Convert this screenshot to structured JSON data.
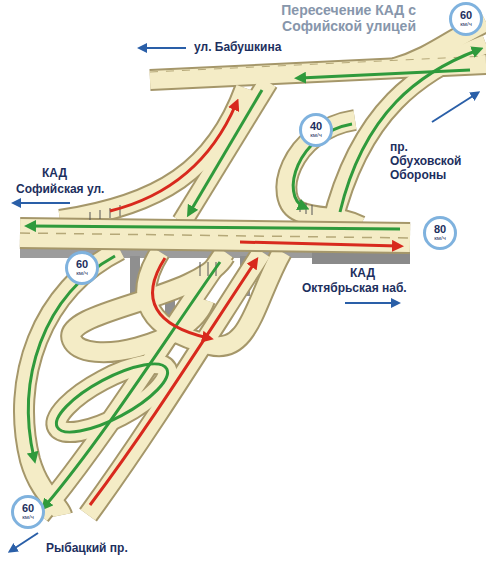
{
  "diagram": {
    "title": "Пересечение КАД с Софийской улицей",
    "nodes": [
      {
        "text": [
          "60",
          "км/ч"
        ]
      },
      {
        "text": [
          "40",
          "км/ч"
        ]
      },
      {
        "text": [
          "80",
          "км/ч"
        ]
      },
      {
        "text": [
          "60",
          "км/ч"
        ]
      },
      {
        "text": [
          "60",
          "км/ч"
        ]
      }
    ],
    "labels": [
      "ул. Бабушкина",
      "КАД",
      "Софийская ул.",
      "пр. Обуховской Обороны",
      "КАД",
      "Октябрьская наб.",
      "Рыбацкий пр."
    ]
  }
}
